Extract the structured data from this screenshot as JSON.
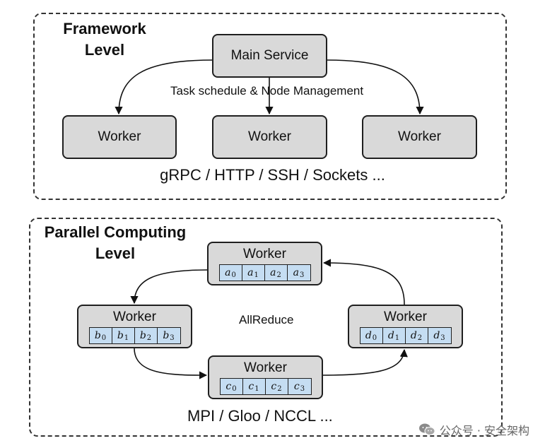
{
  "framework": {
    "title_line1": "Framework",
    "title_line2": "Level",
    "main_service": "Main Service",
    "task_label": "Task schedule & Node Management",
    "workers": [
      "Worker",
      "Worker",
      "Worker"
    ],
    "protocols": "gRPC / HTTP / SSH / Sockets ..."
  },
  "parallel": {
    "title_line1": "Parallel Computing",
    "title_line2": "Level",
    "center_label": "AllReduce",
    "protocols": "MPI / Gloo / NCCL ...",
    "workers": [
      {
        "label": "Worker",
        "var": "a",
        "indices": [
          "0",
          "1",
          "2",
          "3"
        ]
      },
      {
        "label": "Worker",
        "var": "b",
        "indices": [
          "0",
          "1",
          "2",
          "3"
        ]
      },
      {
        "label": "Worker",
        "var": "c",
        "indices": [
          "0",
          "1",
          "2",
          "3"
        ]
      },
      {
        "label": "Worker",
        "var": "d",
        "indices": [
          "0",
          "1",
          "2",
          "3"
        ]
      }
    ]
  },
  "watermark": {
    "text": "公众号 · 安全架构",
    "icon": "wechat-icon"
  }
}
